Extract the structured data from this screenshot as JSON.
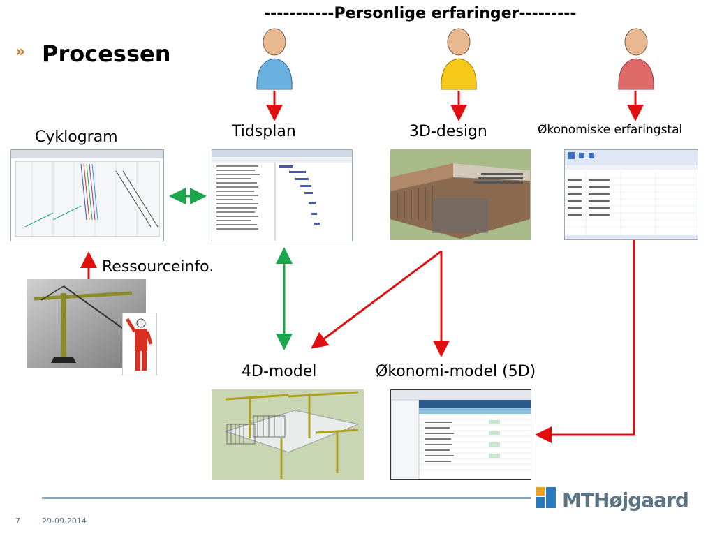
{
  "slide": {
    "heading": "-----------Personlige erfaringer---------",
    "title": "Processen",
    "bullet": "»"
  },
  "nodes": {
    "cyklogram": "Cyklogram",
    "tidsplan": "Tidsplan",
    "design3d": "3D-design",
    "okonomiske": "Økonomiske erfaringstal",
    "ressource": "Ressourceinfo.",
    "model4d": "4D-model",
    "okonomi5d": "Økonomi-model (5D)"
  },
  "footer": {
    "page_number": "7",
    "date": "29-09-2014",
    "logo": "MTHøjgaard"
  },
  "colors": {
    "red_arrow": "#e01010",
    "green_arrow": "#1aa64a",
    "person_blue": "#6ab0e0",
    "person_yellow": "#f5c81a",
    "person_red": "#e06a6a",
    "bullet": "#c8772a",
    "footer_line": "#8aa6b4"
  }
}
